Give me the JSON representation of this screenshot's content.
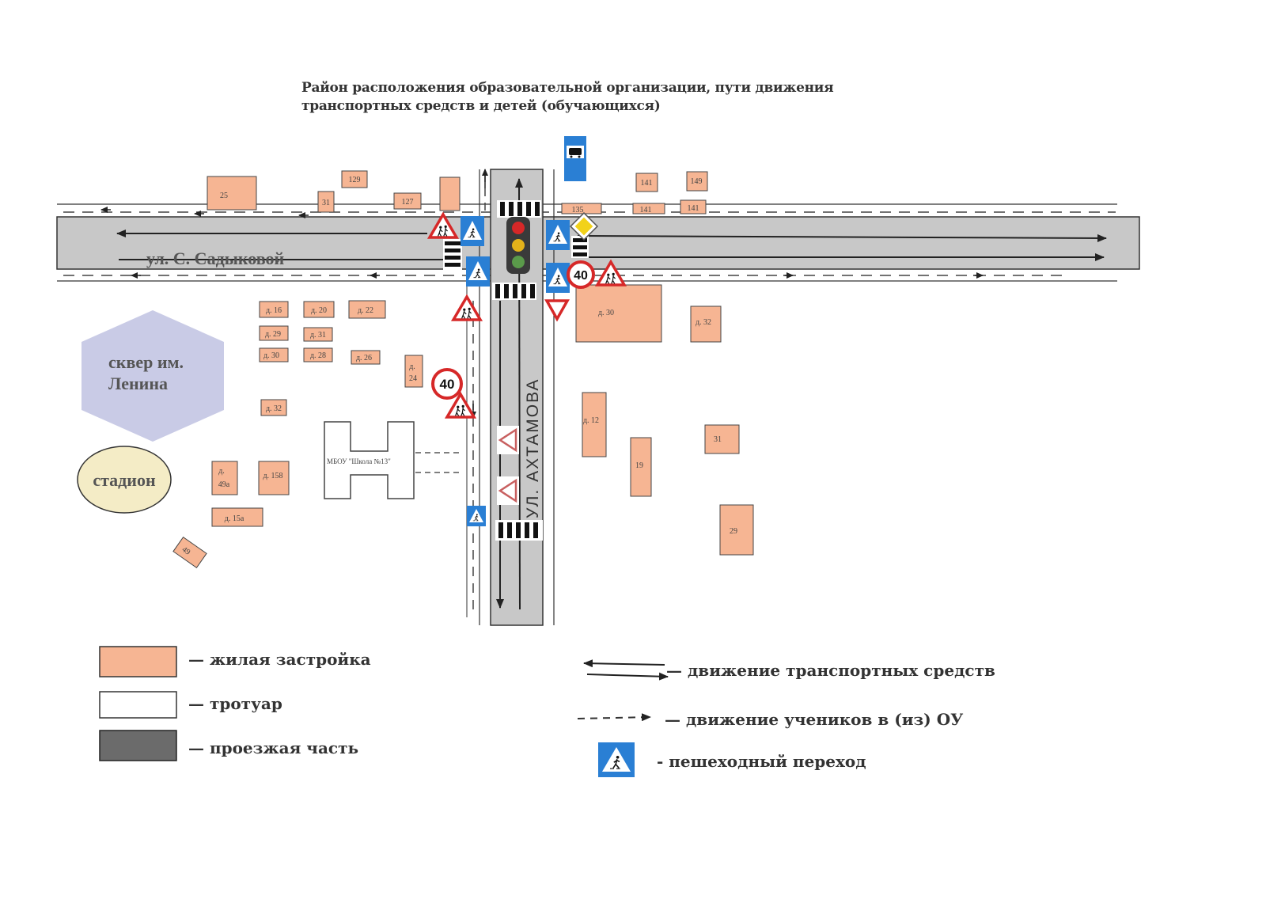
{
  "title_line1": "Район расположения образовательной организации, пути движения",
  "title_line2": "транспортных средств и детей (обучающихся)",
  "streets": {
    "horizontal": "ул. С. Садыковой",
    "vertical": "УЛ. АХТАМОВА"
  },
  "areas": {
    "park_line1": "сквер им.",
    "park_line2": "Ленина",
    "stadium": "стадион",
    "school": "МБОУ \"Школа №13\""
  },
  "buildings": {
    "b25": "25",
    "b31top": "31",
    "b129": "129",
    "b127": "127",
    "b135": "135",
    "b141a": "141",
    "b149": "149",
    "b141b": "141",
    "b141c": "141",
    "d16": "д. 16",
    "d20": "д. 20",
    "d22": "д. 22",
    "d29": "д. 29",
    "d31": "д. 31",
    "d30w": "д. 30",
    "d28": "д. 28",
    "d26": "д. 26",
    "d24a": "д.",
    "d24b": "24",
    "d32w": "д. 32",
    "d49a_a": "д.",
    "d49a_b": "49а",
    "d158": "д. 158",
    "d15a": "д. 15а",
    "b49": "49",
    "d30e": "д. 30",
    "d32e": "д. 32",
    "d12": "д. 12",
    "b19": "19",
    "b31e": "31",
    "b29": "29"
  },
  "signs": {
    "speed_limit": "40"
  },
  "legend": {
    "residential": "— жилая застройка",
    "sidewalk": "— тротуар",
    "roadway": "— проезжая часть",
    "traffic": "— движение транспортных средств",
    "students": "— движение учеников в (из) ОУ",
    "crossing": "- пешеходный переход"
  },
  "colors": {
    "building": "#f6b593",
    "road": "#c8c8c8",
    "park": "#c9cbe6",
    "stadium": "#f4ecc6",
    "sign_red": "#d62828",
    "sign_blue": "#2a7fd4"
  }
}
